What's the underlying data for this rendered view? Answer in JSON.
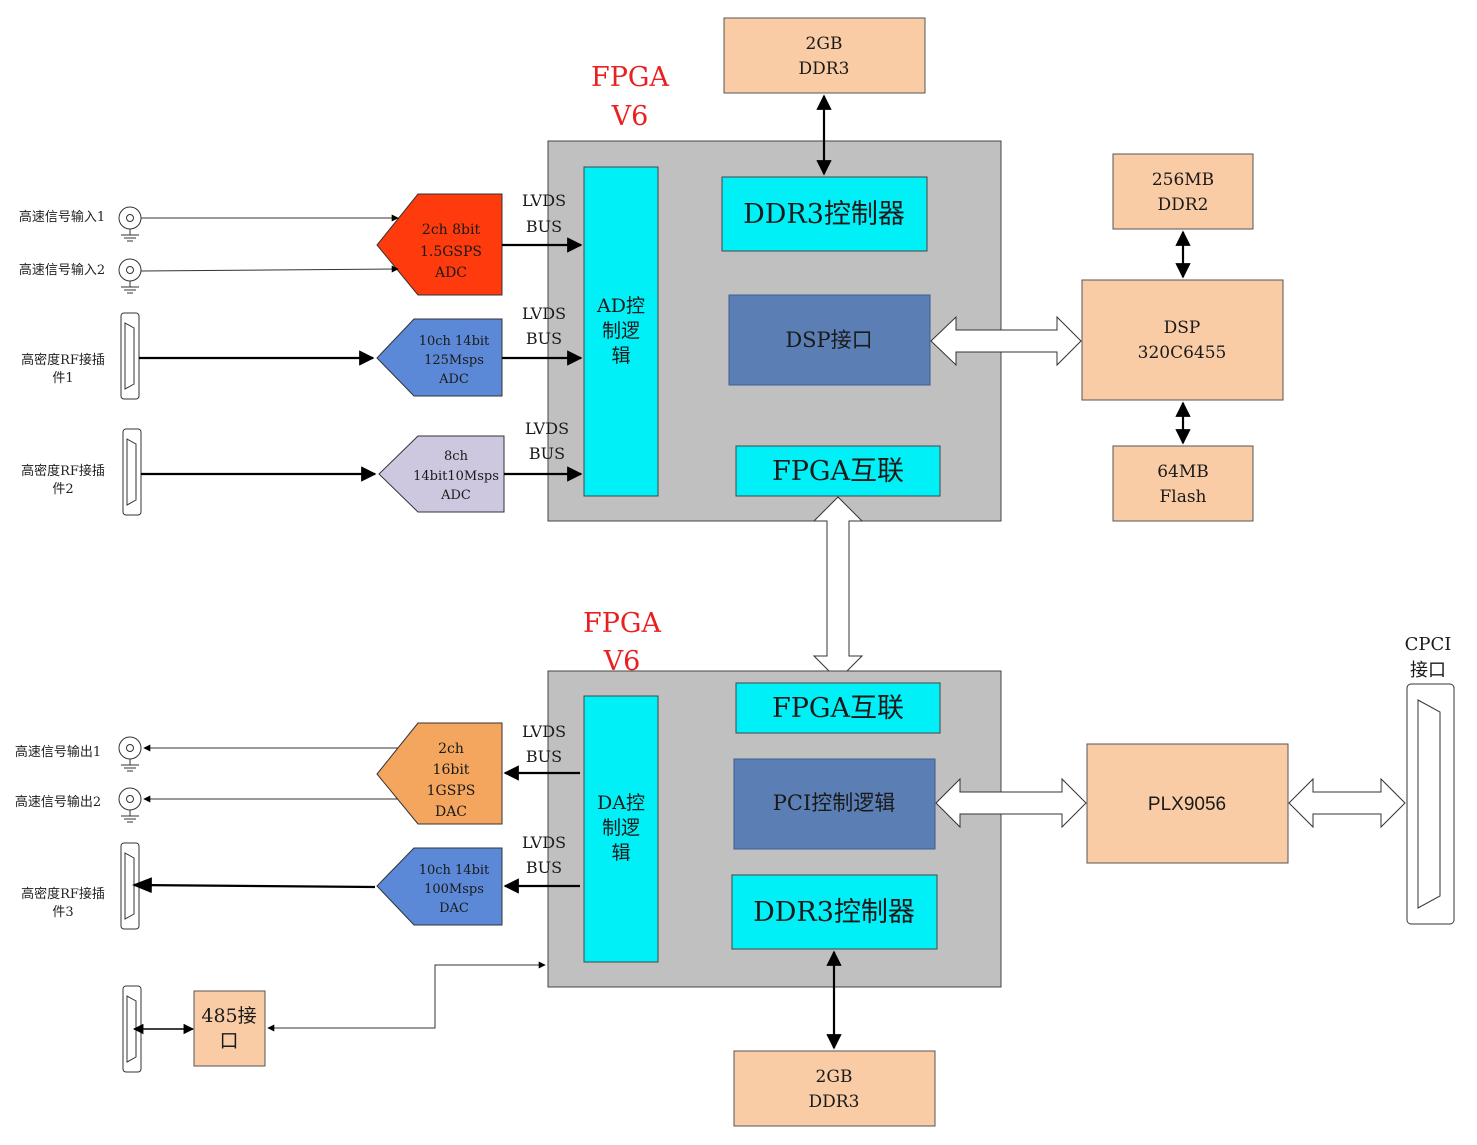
{
  "fpga_top": {
    "label_line1": "FPGA",
    "label_line2": "V6"
  },
  "fpga_bottom": {
    "label_line1": "FPGA",
    "label_line2": "V6"
  },
  "ddr3_top": {
    "line1": "2GB",
    "line2": "DDR3"
  },
  "ddr3_bottom": {
    "line1": "2GB",
    "line2": "DDR3"
  },
  "ddr2": {
    "line1": "256MB",
    "line2": "DDR2"
  },
  "dsp": {
    "line1": "DSP",
    "line2": "320C6455"
  },
  "flash": {
    "line1": "64MB",
    "line2": "Flash"
  },
  "plx": {
    "label": "PLX9056"
  },
  "cpci": {
    "line1": "CPCI",
    "line2": "接口"
  },
  "rs485": {
    "line1": "485接",
    "line2": "口"
  },
  "top_blocks": {
    "ddr3_ctrl": "DDR3控制器",
    "dsp_if": "DSP接口",
    "fpga_link": "FPGA互联",
    "ad_ctrl": [
      "AD控",
      "制逻",
      "辑"
    ]
  },
  "bottom_blocks": {
    "fpga_link": "FPGA互联",
    "pci_ctrl": "PCI控制逻辑",
    "ddr3_ctrl": "DDR3控制器",
    "da_ctrl": [
      "DA控",
      "制逻",
      "辑"
    ]
  },
  "adc1": {
    "lines": [
      "2ch 8bit",
      "1.5GSPS",
      "ADC"
    ]
  },
  "adc2": {
    "lines": [
      "10ch 14bit",
      "125Msps",
      "ADC"
    ]
  },
  "adc3": {
    "lines": [
      "8ch",
      "14bit10Msps",
      "ADC"
    ]
  },
  "dac1": {
    "lines": [
      "2ch",
      "16bit",
      "1GSPS",
      "DAC"
    ]
  },
  "dac2": {
    "lines": [
      "10ch 14bit",
      "100Msps",
      "DAC"
    ]
  },
  "lvds": {
    "line1": "LVDS",
    "line2": "BUS"
  },
  "inputs": {
    "hs_in1": "高速信号输入1",
    "hs_in2": "高速信号输入2",
    "rf1": [
      "高密度RF接插",
      "件1"
    ],
    "rf2": [
      "高密度RF接插",
      "件2"
    ]
  },
  "outputs": {
    "hs_out1": "高速信号输出1",
    "hs_out2": "高速信号输出2",
    "rf3": [
      "高密度RF接插",
      "件3"
    ]
  },
  "colors": {
    "fpga_bg": "#c0c0c0",
    "cyan": "#00f0f8",
    "steel": "#5b7fb5",
    "peach": "#f9cca5",
    "adc_red": "#ff3a0c",
    "adc_blue": "#5b89d7",
    "adc_lavender": "#cdc8e0",
    "dac_orange": "#f4a55e"
  }
}
